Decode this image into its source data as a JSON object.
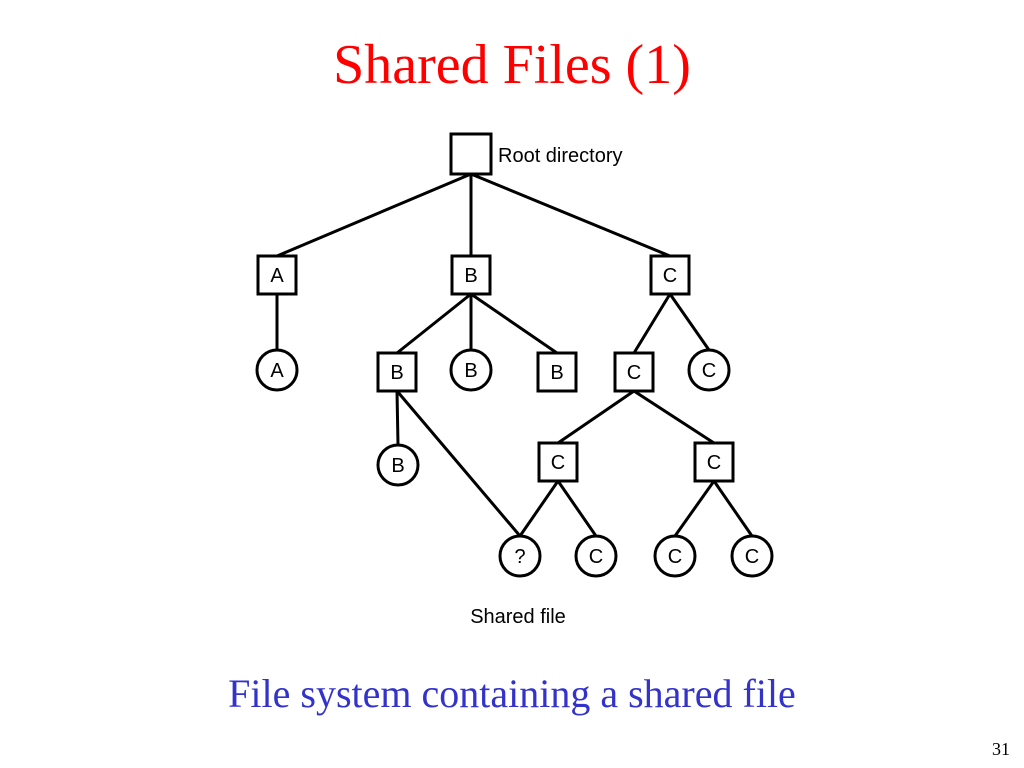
{
  "slide": {
    "title": "Shared Files (1)",
    "caption": "File system containing a shared file",
    "page_number": "31",
    "colors": {
      "title": "#ff0000",
      "caption": "#3333cc",
      "diagram_stroke": "#000000"
    }
  },
  "diagram": {
    "root_label": "Root directory",
    "shared_file_label": "Shared file",
    "nodes": [
      {
        "id": "root",
        "kind": "directory",
        "label": ""
      },
      {
        "id": "dirA",
        "kind": "directory",
        "label": "A"
      },
      {
        "id": "dirB",
        "kind": "directory",
        "label": "B"
      },
      {
        "id": "dirC",
        "kind": "directory",
        "label": "C"
      },
      {
        "id": "fileA",
        "kind": "file",
        "label": "A"
      },
      {
        "id": "dirB2",
        "kind": "directory",
        "label": "B"
      },
      {
        "id": "fileB1",
        "kind": "file",
        "label": "B"
      },
      {
        "id": "dirB3",
        "kind": "directory",
        "label": "B"
      },
      {
        "id": "dirC2",
        "kind": "directory",
        "label": "C"
      },
      {
        "id": "fileC1",
        "kind": "file",
        "label": "C"
      },
      {
        "id": "fileB2",
        "kind": "file",
        "label": "B"
      },
      {
        "id": "dirC3",
        "kind": "directory",
        "label": "C"
      },
      {
        "id": "dirC4",
        "kind": "directory",
        "label": "C"
      },
      {
        "id": "sharedFile",
        "kind": "file",
        "label": "?"
      },
      {
        "id": "fileC2",
        "kind": "file",
        "label": "C"
      },
      {
        "id": "fileC3",
        "kind": "file",
        "label": "C"
      },
      {
        "id": "fileC4",
        "kind": "file",
        "label": "C"
      }
    ],
    "edges": [
      [
        "root",
        "dirA"
      ],
      [
        "root",
        "dirB"
      ],
      [
        "root",
        "dirC"
      ],
      [
        "dirA",
        "fileA"
      ],
      [
        "dirB",
        "dirB2"
      ],
      [
        "dirB",
        "fileB1"
      ],
      [
        "dirB",
        "dirB3"
      ],
      [
        "dirC",
        "dirC2"
      ],
      [
        "dirC",
        "fileC1"
      ],
      [
        "dirB2",
        "fileB2"
      ],
      [
        "dirB2",
        "sharedFile"
      ],
      [
        "dirC2",
        "dirC3"
      ],
      [
        "dirC2",
        "dirC4"
      ],
      [
        "dirC3",
        "sharedFile"
      ],
      [
        "dirC3",
        "fileC2"
      ],
      [
        "dirC4",
        "fileC3"
      ],
      [
        "dirC4",
        "fileC4"
      ]
    ]
  }
}
